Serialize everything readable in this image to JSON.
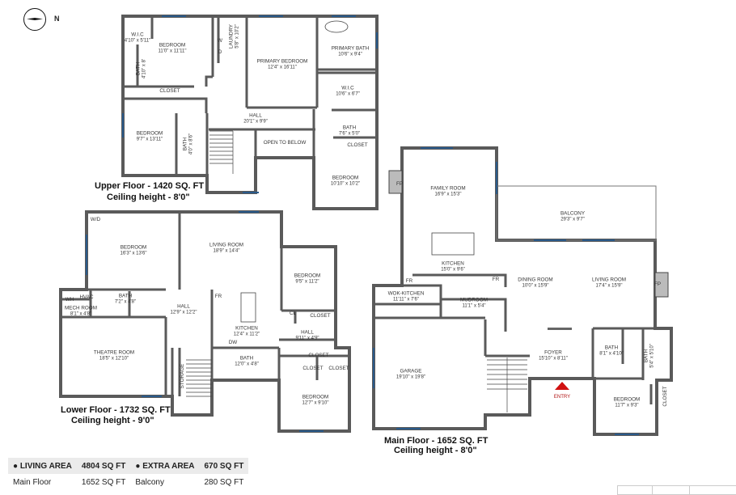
{
  "compass": {
    "label": "N"
  },
  "floors": {
    "upper": {
      "caption": "Upper Floor  - 1420 SQ. FT",
      "ceiling": "Ceiling height - 8'0\"",
      "rooms": [
        {
          "name": "W.I.C",
          "dim": "4'10\" x 5'11\""
        },
        {
          "name": "BEDROOM",
          "dim": "11'0\" x 11'11\""
        },
        {
          "name": "BATH",
          "dim": "4'10\" x 8'"
        },
        {
          "name": "LAUNDRY",
          "dim": "5'8\" x 10'2\""
        },
        {
          "name": "PRIMARY BEDROOM",
          "dim": "12'4\" x 16'11\""
        },
        {
          "name": "PRIMARY BATH",
          "dim": "10'6\" x 9'4\""
        },
        {
          "name": "W.I.C",
          "dim": "10'6\" x 6'7\""
        },
        {
          "name": "CLOSET",
          "dim": ""
        },
        {
          "name": "HALL",
          "dim": "20'1\" x 9'9\""
        },
        {
          "name": "BEDROOM",
          "dim": "9'7\" x 13'11\""
        },
        {
          "name": "BATH",
          "dim": "4'0\" x 8'6\""
        },
        {
          "name": "OPEN TO BELOW",
          "dim": ""
        },
        {
          "name": "BATH",
          "dim": "7'6\" x 5'0\""
        },
        {
          "name": "CLOSET",
          "dim": ""
        },
        {
          "name": "BEDROOM",
          "dim": "10'10\" x 10'2\""
        },
        {
          "name": "W",
          "dim": ""
        },
        {
          "name": "D",
          "dim": ""
        }
      ]
    },
    "lower": {
      "caption": "Lower Floor - 1732 SQ. FT",
      "ceiling": "Ceiling height - 9'0\"",
      "rooms": [
        {
          "name": "W/D",
          "dim": ""
        },
        {
          "name": "BEDROOM",
          "dim": "16'3\" x 13'6\""
        },
        {
          "name": "LIVING ROOM",
          "dim": "18'9\" x 14'4\""
        },
        {
          "name": "BEDROOM",
          "dim": "9'5\" x 11'2\""
        },
        {
          "name": "WH",
          "dim": ""
        },
        {
          "name": "HVAC",
          "dim": ""
        },
        {
          "name": "MECH ROOM",
          "dim": "8'1\" x 4'8\""
        },
        {
          "name": "BATH",
          "dim": "7'2\" x 4'8\""
        },
        {
          "name": "HALL",
          "dim": "12'9\" x 12'2\""
        },
        {
          "name": "FR",
          "dim": ""
        },
        {
          "name": "CL",
          "dim": ""
        },
        {
          "name": "CLOSET",
          "dim": ""
        },
        {
          "name": "KITCHEN",
          "dim": "12'4\" x 11'2\""
        },
        {
          "name": "HALL",
          "dim": "9'11\" x 4'9\""
        },
        {
          "name": "THEATRE ROOM",
          "dim": "18'5\" x 12'10\""
        },
        {
          "name": "DW",
          "dim": ""
        },
        {
          "name": "BATH",
          "dim": "12'0\" x 4'8\""
        },
        {
          "name": "CLOSET",
          "dim": ""
        },
        {
          "name": "CLOSET",
          "dim": ""
        },
        {
          "name": "CLOSET",
          "dim": ""
        },
        {
          "name": "STORAGE",
          "dim": ""
        },
        {
          "name": "BEDROOM",
          "dim": "12'7\" x 9'10\""
        }
      ]
    },
    "main": {
      "caption": "Main Floor - 1652 SQ. FT",
      "ceiling": "Ceiling height - 8'0\"",
      "entry": "ENTRY",
      "entry_color": "#d01010",
      "rooms": [
        {
          "name": "FP",
          "dim": ""
        },
        {
          "name": "FAMILY ROOM",
          "dim": "16'9\" x 15'3\""
        },
        {
          "name": "BALCONY",
          "dim": "29'3\" x 9'7\""
        },
        {
          "name": "KITCHEN",
          "dim": "15'0\" x 9'6\""
        },
        {
          "name": "FR",
          "dim": ""
        },
        {
          "name": "FR",
          "dim": ""
        },
        {
          "name": "DINING ROOM",
          "dim": "10'0\" x 15'9\""
        },
        {
          "name": "LIVING ROOM",
          "dim": "17'4\" x 15'9\""
        },
        {
          "name": "FP",
          "dim": ""
        },
        {
          "name": "WOK-KITCHEN",
          "dim": "11'11\" x 7'6\""
        },
        {
          "name": "MUDROOM",
          "dim": "11'1\" x 5'4\""
        },
        {
          "name": "BATH",
          "dim": "8'1\" x 4'10\""
        },
        {
          "name": "BATH",
          "dim": "5'4\" x 5'10\""
        },
        {
          "name": "FOYER",
          "dim": "15'10\" x 8'11\""
        },
        {
          "name": "GARAGE",
          "dim": "19'10\" x 19'8\""
        },
        {
          "name": "BEDROOM",
          "dim": "11'7\" x 9'3\""
        },
        {
          "name": "CLOSET",
          "dim": ""
        }
      ]
    }
  },
  "area_table": {
    "living_header": "LIVING AREA",
    "living_total": "4804 SQ FT",
    "extra_header": "EXTRA AREA",
    "extra_total": "670 SQ FT",
    "rows": [
      {
        "living": "Main Floor",
        "living_val": "1652 SQ FT",
        "extra": "Balcony",
        "extra_val": "280 SQ FT"
      }
    ]
  },
  "colors": {
    "wall": "#5a5a5a",
    "window": "#2a5a8a",
    "header_bg": "#ebebeb"
  }
}
